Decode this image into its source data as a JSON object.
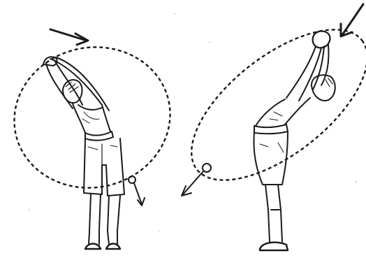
{
  "scene": {
    "kind": "exercise-illustration",
    "ink_color": "#1a1a1a",
    "paper_color": "#ffffff",
    "figures": [
      {
        "name": "front-view",
        "pose": "side-bend-arms-overhead",
        "motion": "circular"
      },
      {
        "name": "side-view",
        "pose": "back-arch-arms-overhead",
        "motion": "circular"
      }
    ],
    "icons": [
      "arrow-icon",
      "circle-path-icon"
    ]
  }
}
